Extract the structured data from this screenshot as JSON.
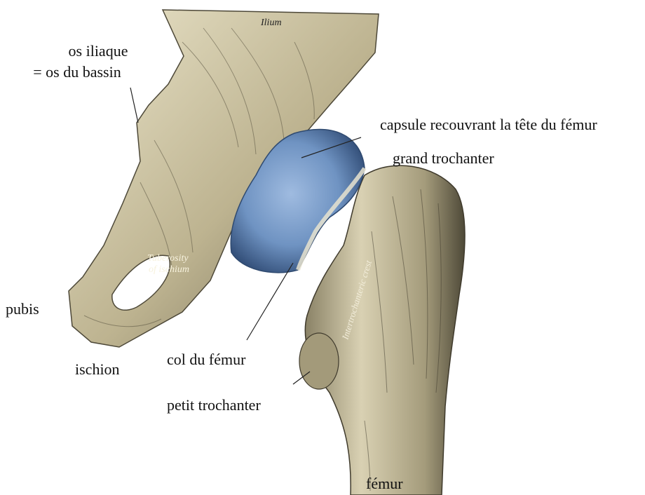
{
  "labels": {
    "os_iliaque_1": "os iliaque",
    "os_iliaque_2": "= os du bassin",
    "capsule": "capsule recouvrant la tête du fémur",
    "grand_trochanter": "grand trochanter",
    "pubis": "pubis",
    "ischion": "ischion",
    "col_du_femur": "col du fémur",
    "petit_trochanter": "petit trochanter",
    "femur": "fémur"
  },
  "engraved": {
    "ilium": "Ilium",
    "tuberosity_1": "Tuberosity",
    "tuberosity_2": "of ischium",
    "crest": "Intertrochanteric crest"
  },
  "colors": {
    "bone_light": "#e3dcc0",
    "bone_mid": "#b7ad8a",
    "bone_dark": "#5a5442",
    "capsule": "#7a9cc6",
    "capsule_dark": "#3f5f8c"
  }
}
